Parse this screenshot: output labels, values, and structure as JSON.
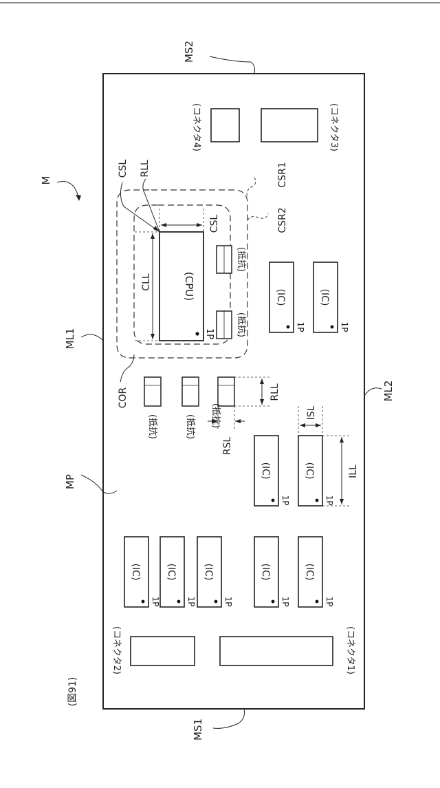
{
  "figure": {
    "number": "(図91)",
    "module": "M",
    "board": "MP"
  },
  "edge_labels": {
    "ms1": "MS1",
    "ms2": "MS2",
    "ml1": "ML1",
    "ml2": "ML2"
  },
  "region_labels": {
    "csr1": "CSR1",
    "csr2": "CSR2",
    "cor": "COR"
  },
  "dimension_labels": {
    "csl_top": "CSL",
    "rll_top": "RLL",
    "cll": "CLL",
    "csl_cpu": "CSL",
    "rll_res": "RLL",
    "rsl": "RSL",
    "isl": "ISL",
    "ill": "ILL"
  },
  "components": {
    "cpu": "(CPU)",
    "cpu_pin": "1P",
    "ic": "(IC)",
    "ic_pin": "1P",
    "resistor": "(抵抗)",
    "connector1": "(コネクタ1)",
    "connector2": "(コネクタ2)",
    "connector3": "(コネクタ3)",
    "connector4": "(コネクタ4)"
  }
}
